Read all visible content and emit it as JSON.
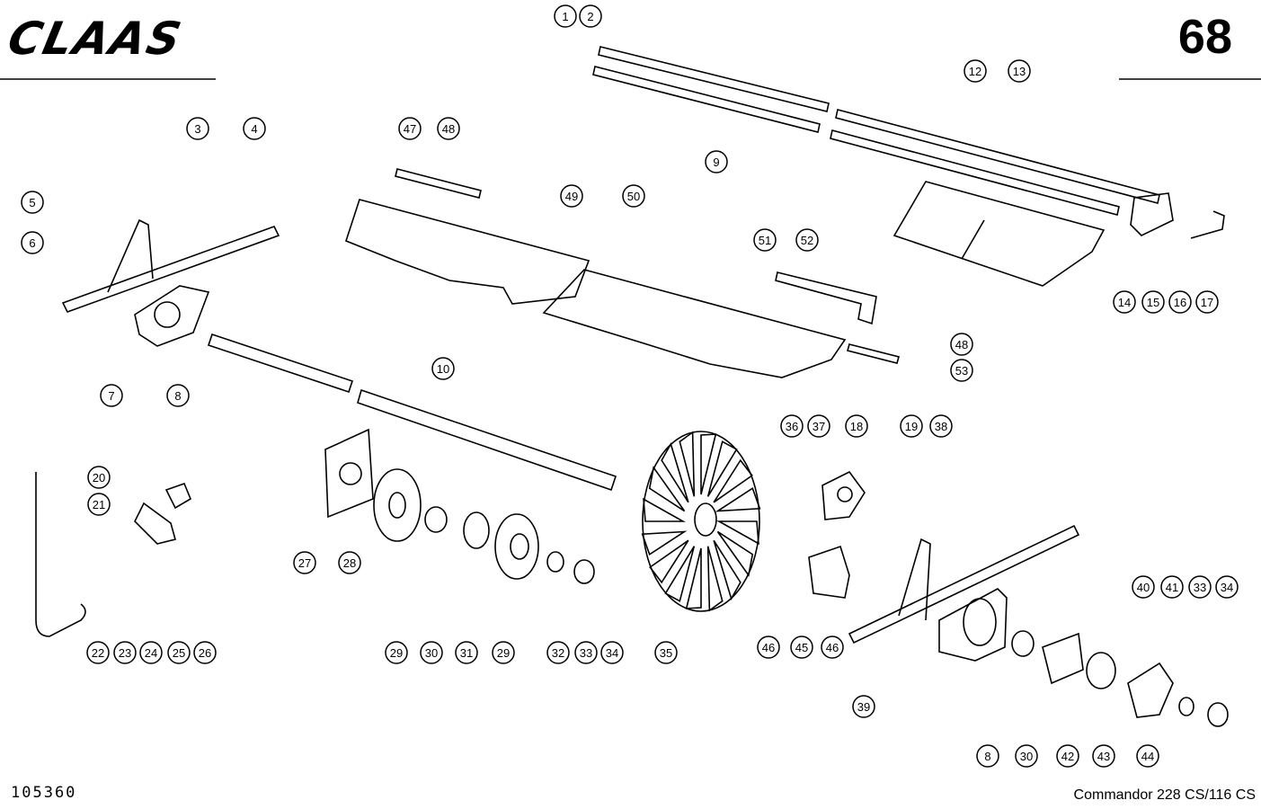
{
  "header": {
    "brand": "CLAAS",
    "page_number": "68"
  },
  "footer": {
    "drawing_number": "105360",
    "model": "Commandor  228 CS/116 CS"
  },
  "callouts": [
    {
      "id": "1",
      "label": "1"
    },
    {
      "id": "2",
      "label": "2"
    },
    {
      "id": "3",
      "label": "3"
    },
    {
      "id": "4",
      "label": "4"
    },
    {
      "id": "5",
      "label": "5"
    },
    {
      "id": "6",
      "label": "6"
    },
    {
      "id": "7",
      "label": "7"
    },
    {
      "id": "8a",
      "label": "8"
    },
    {
      "id": "9",
      "label": "9"
    },
    {
      "id": "10",
      "label": "10"
    },
    {
      "id": "12",
      "label": "12"
    },
    {
      "id": "13",
      "label": "13"
    },
    {
      "id": "14",
      "label": "14"
    },
    {
      "id": "15",
      "label": "15"
    },
    {
      "id": "16",
      "label": "16"
    },
    {
      "id": "17",
      "label": "17"
    },
    {
      "id": "18",
      "label": "18"
    },
    {
      "id": "19",
      "label": "19"
    },
    {
      "id": "20",
      "label": "20"
    },
    {
      "id": "21",
      "label": "21"
    },
    {
      "id": "22",
      "label": "22"
    },
    {
      "id": "23",
      "label": "23"
    },
    {
      "id": "24",
      "label": "24"
    },
    {
      "id": "25",
      "label": "25"
    },
    {
      "id": "26",
      "label": "26"
    },
    {
      "id": "27",
      "label": "27"
    },
    {
      "id": "28",
      "label": "28"
    },
    {
      "id": "29a",
      "label": "29"
    },
    {
      "id": "30a",
      "label": "30"
    },
    {
      "id": "31",
      "label": "31"
    },
    {
      "id": "29b",
      "label": "29"
    },
    {
      "id": "32",
      "label": "32"
    },
    {
      "id": "33a",
      "label": "33"
    },
    {
      "id": "34a",
      "label": "34"
    },
    {
      "id": "35",
      "label": "35"
    },
    {
      "id": "36",
      "label": "36"
    },
    {
      "id": "37",
      "label": "37"
    },
    {
      "id": "38",
      "label": "38"
    },
    {
      "id": "39",
      "label": "39"
    },
    {
      "id": "40",
      "label": "40"
    },
    {
      "id": "41",
      "label": "41"
    },
    {
      "id": "33b",
      "label": "33"
    },
    {
      "id": "34b",
      "label": "34"
    },
    {
      "id": "42",
      "label": "42"
    },
    {
      "id": "43",
      "label": "43"
    },
    {
      "id": "44",
      "label": "44"
    },
    {
      "id": "8b",
      "label": "8"
    },
    {
      "id": "30b",
      "label": "30"
    },
    {
      "id": "45",
      "label": "45"
    },
    {
      "id": "46a",
      "label": "46"
    },
    {
      "id": "46b",
      "label": "46"
    },
    {
      "id": "47",
      "label": "47"
    },
    {
      "id": "48a",
      "label": "48"
    },
    {
      "id": "48b",
      "label": "48"
    },
    {
      "id": "49",
      "label": "49"
    },
    {
      "id": "50",
      "label": "50"
    },
    {
      "id": "51",
      "label": "51"
    },
    {
      "id": "52",
      "label": "52"
    },
    {
      "id": "53",
      "label": "53"
    }
  ]
}
